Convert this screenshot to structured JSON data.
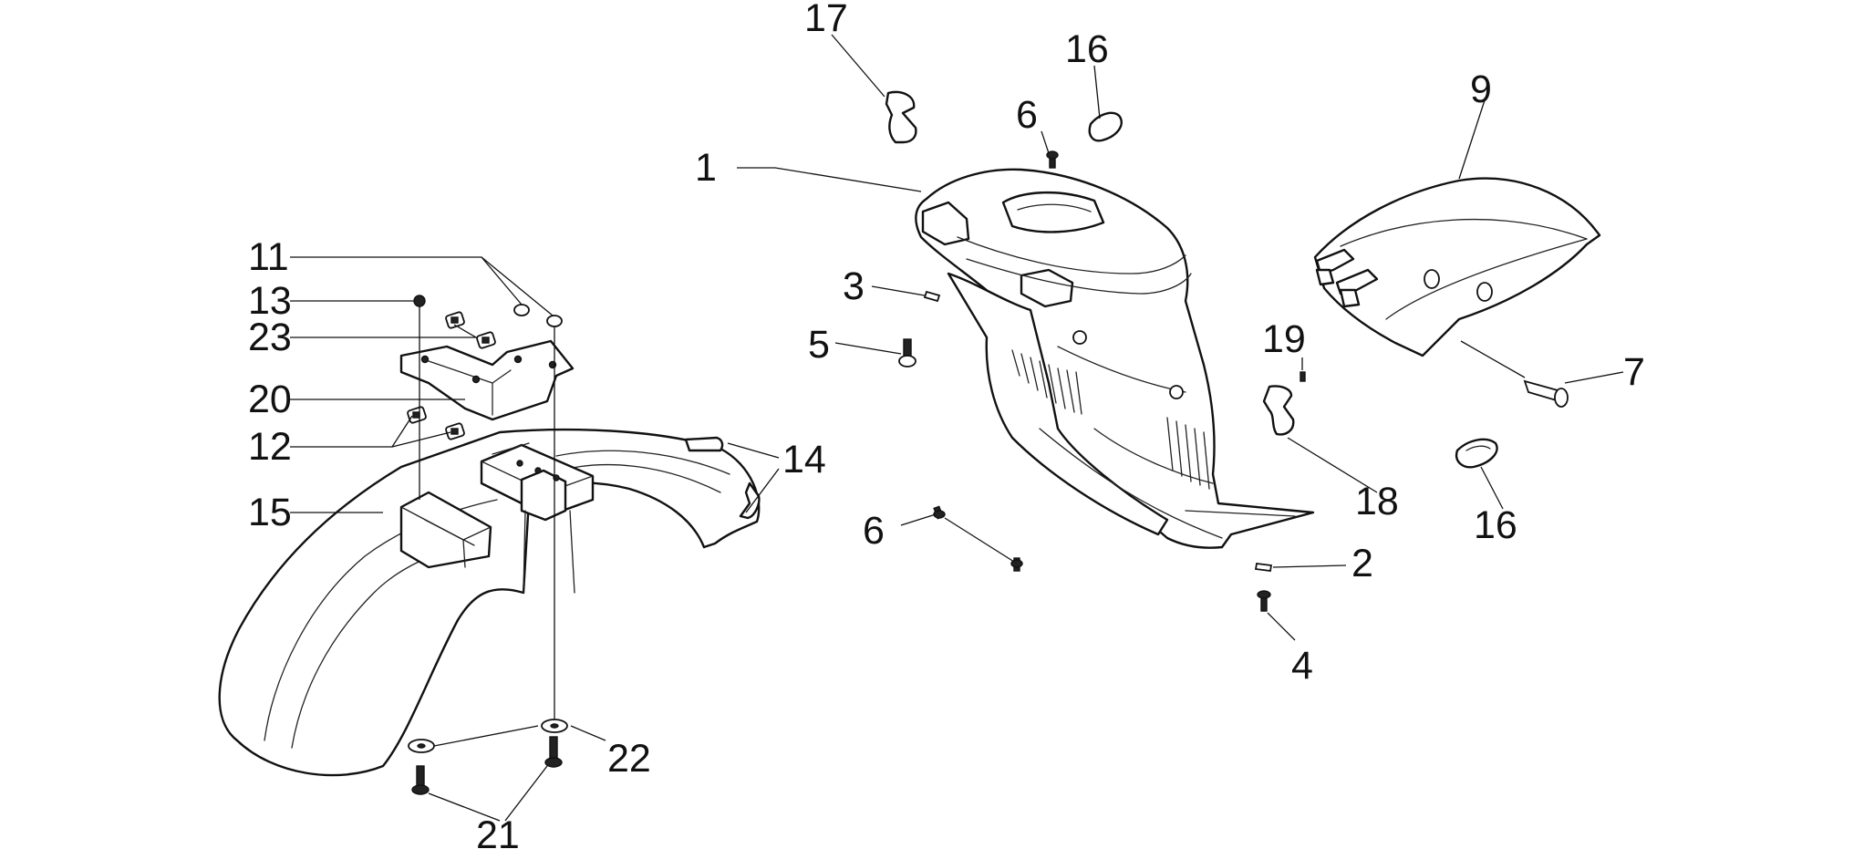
{
  "diagram": {
    "callouts": [
      {
        "id": "c1",
        "text": "1"
      },
      {
        "id": "c2",
        "text": "2"
      },
      {
        "id": "c3",
        "text": "3"
      },
      {
        "id": "c4",
        "text": "4"
      },
      {
        "id": "c5",
        "text": "5"
      },
      {
        "id": "c6a",
        "text": "6"
      },
      {
        "id": "c6b",
        "text": "6"
      },
      {
        "id": "c7",
        "text": "7"
      },
      {
        "id": "c9",
        "text": "9"
      },
      {
        "id": "c11",
        "text": "11"
      },
      {
        "id": "c12",
        "text": "12"
      },
      {
        "id": "c13",
        "text": "13"
      },
      {
        "id": "c14",
        "text": "14"
      },
      {
        "id": "c15",
        "text": "15"
      },
      {
        "id": "c16a",
        "text": "16"
      },
      {
        "id": "c16b",
        "text": "16"
      },
      {
        "id": "c17",
        "text": "17"
      },
      {
        "id": "c18",
        "text": "18"
      },
      {
        "id": "c19",
        "text": "19"
      },
      {
        "id": "c20",
        "text": "20"
      },
      {
        "id": "c21",
        "text": "21"
      },
      {
        "id": "c22",
        "text": "22"
      },
      {
        "id": "c23",
        "text": "23"
      }
    ]
  }
}
